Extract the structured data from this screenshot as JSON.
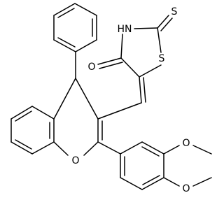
{
  "atom_labels": {
    "thioxo_s": "S",
    "ring_nh": "HN",
    "ring_s": "S",
    "carbonyl_o": "O",
    "pyran_o": "O",
    "methoxy_o_upper": "O",
    "methoxy_o_lower": "O"
  },
  "colors": {
    "bond": "#000000",
    "background": "#ffffff"
  }
}
